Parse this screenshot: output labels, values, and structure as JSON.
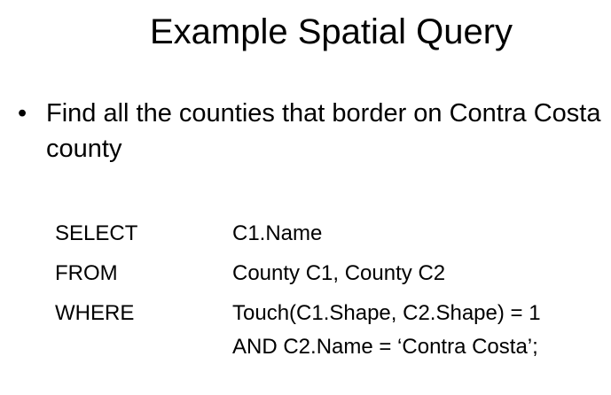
{
  "slide": {
    "title": "Example Spatial Query",
    "bullet": {
      "marker": "•",
      "text": "Find all the counties that border on Contra Costa county"
    },
    "query": [
      {
        "keyword": "SELECT",
        "expr": "C1.Name"
      },
      {
        "keyword": "FROM",
        "expr": "County C1, County C2"
      },
      {
        "keyword": "WHERE",
        "expr": "Touch(C1.Shape, C2.Shape) = 1",
        "expr_cont": "AND C2.Name = ‘Contra Costa’;"
      }
    ]
  }
}
